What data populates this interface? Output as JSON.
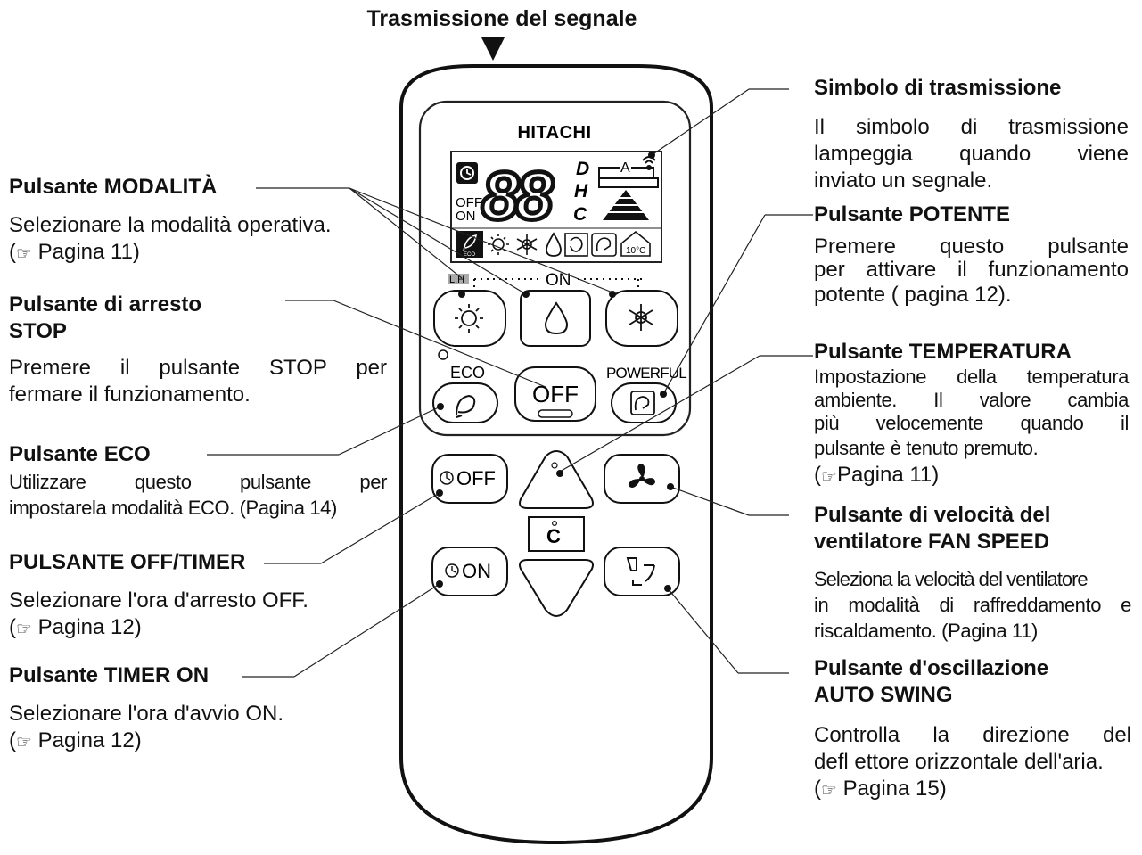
{
  "title": "Trasmissione del segnale",
  "ref_icon": "pointing-hand-icon",
  "remote": {
    "brand": "HITACHI",
    "display": {
      "digits": "88",
      "unit_letters": [
        "D",
        "H",
        "C"
      ],
      "off_label": "OFF",
      "on_label": "ON",
      "indicator": "A",
      "eco_small": "ECO",
      "temp_icon": "10°C"
    },
    "lh_label": "L.H",
    "on_label": "ON",
    "eco_label": "ECO",
    "powerful_label": "POWERFUL",
    "off_button": "OFF",
    "timer_off_button": "OFF",
    "timer_on_button": "ON",
    "temp_unit": "C"
  },
  "left_labels": [
    {
      "heading": "Pulsante MODALITÀ",
      "lines": [
        "Selezionare la modalità operativa."
      ],
      "ref": "Pagina 11"
    },
    {
      "heading": "Pulsante di arresto",
      "heading2": "STOP",
      "lines": [
        "Premere il pulsante STOP per",
        "fermare il funzionamento."
      ]
    },
    {
      "heading": "Pulsante ECO",
      "lines": [
        "Utilizzare questo pulsante per",
        "impostarela modalità ECO. (Pagina 14)"
      ]
    },
    {
      "heading": "PULSANTE OFF/TIMER",
      "lines": [
        "Selezionare l'ora d'arresto OFF."
      ],
      "ref": "Pagina 12"
    },
    {
      "heading": "Pulsante TIMER ON",
      "lines": [
        "Selezionare l'ora d'avvio ON."
      ],
      "ref": "Pagina 12"
    }
  ],
  "right_labels": [
    {
      "heading": "Simbolo di trasmissione",
      "lines": [
        "Il simbolo di trasmissione",
        "lampeggia quando viene",
        "inviato un segnale."
      ]
    },
    {
      "heading": "Pulsante POTENTE",
      "lines": [
        "Premere questo pulsante",
        "per attivare il funzionamento",
        "potente ( pagina 12)."
      ]
    },
    {
      "heading": "Pulsante TEMPERATURA",
      "lines": [
        "Impostazione della temperatura",
        "ambiente. Il valore cambia",
        "più velocemente quando il",
        "pulsante è tenuto premuto."
      ],
      "ref": "Pagina 11)"
    },
    {
      "heading": "Pulsante di velocità del",
      "heading2": "ventilatore FAN SPEED",
      "lines": [
        "Seleziona la velocità del ventilatore",
        "in modalità di raffreddamento e",
        "riscaldamento. (Pagina 11)"
      ]
    },
    {
      "heading": "Pulsante d'oscillazione",
      "heading2": "AUTO SWING",
      "lines": [
        "Controlla la direzione del",
        "defl ettore orizzontale dell'aria."
      ],
      "ref": "Pagina 15)"
    }
  ]
}
